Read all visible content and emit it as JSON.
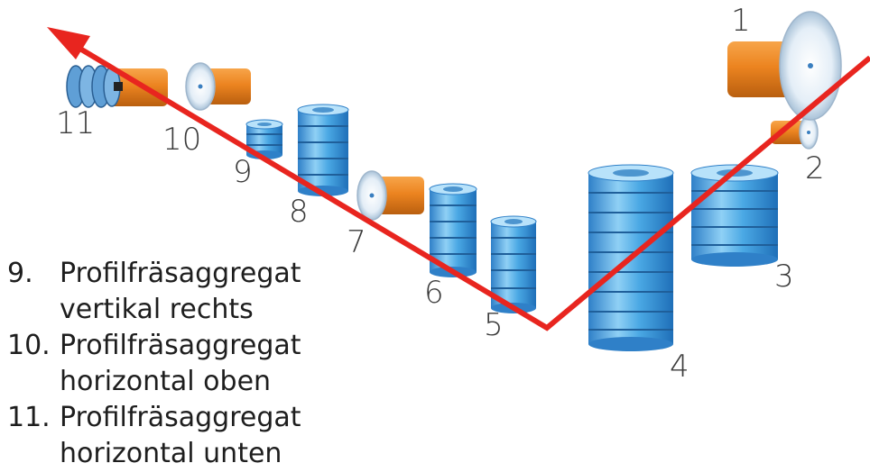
{
  "stations": [
    {
      "number": "1",
      "type": "motor-spindle",
      "description": ""
    },
    {
      "number": "2",
      "type": "motor-spindle",
      "description": ""
    },
    {
      "number": "3",
      "type": "cutter-stack",
      "description": ""
    },
    {
      "number": "4",
      "type": "cutter-stack",
      "description": ""
    },
    {
      "number": "5",
      "type": "cutter-stack",
      "description": ""
    },
    {
      "number": "6",
      "type": "cutter-stack",
      "description": ""
    },
    {
      "number": "7",
      "type": "motor-spindle",
      "description": ""
    },
    {
      "number": "8",
      "type": "cutter-stack",
      "description": ""
    },
    {
      "number": "9",
      "type": "cutter-stack",
      "description": ""
    },
    {
      "number": "10",
      "type": "motor-spindle",
      "description": ""
    },
    {
      "number": "11",
      "type": "motor-horizontal-stack",
      "description": ""
    }
  ],
  "legend": [
    {
      "number": "9.",
      "line1": "Profilfräsaggregat",
      "line2": "vertikal rechts"
    },
    {
      "number": "10.",
      "line1": "Profilfräsaggregat",
      "line2": "horizontal oben"
    },
    {
      "number": "11.",
      "line1": "Profilfräsaggregat",
      "line2": "horizontal unten"
    }
  ],
  "colors": {
    "path": "#e8251f",
    "motor": "#e8801c",
    "cutter": "#3f9fe0",
    "disc": "#dbe9f5",
    "label": "#3a3a3a"
  }
}
